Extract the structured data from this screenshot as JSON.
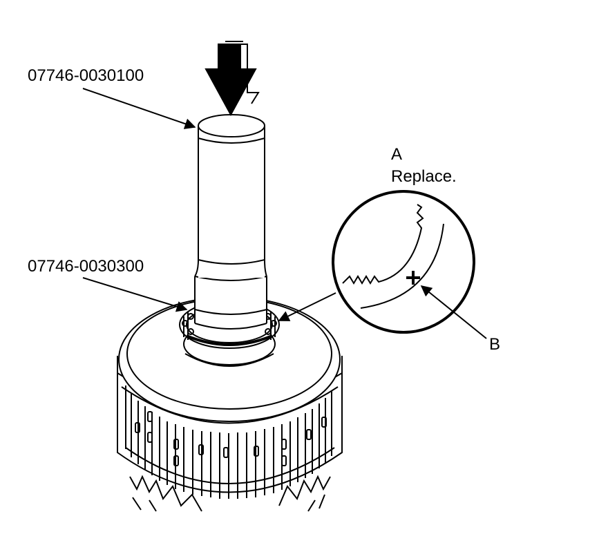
{
  "labels": {
    "tool_upper": "07746-0030100",
    "tool_lower": "07746-0030300",
    "callout_a": "A",
    "callout_a_note": "Replace.",
    "callout_b": "B"
  }
}
